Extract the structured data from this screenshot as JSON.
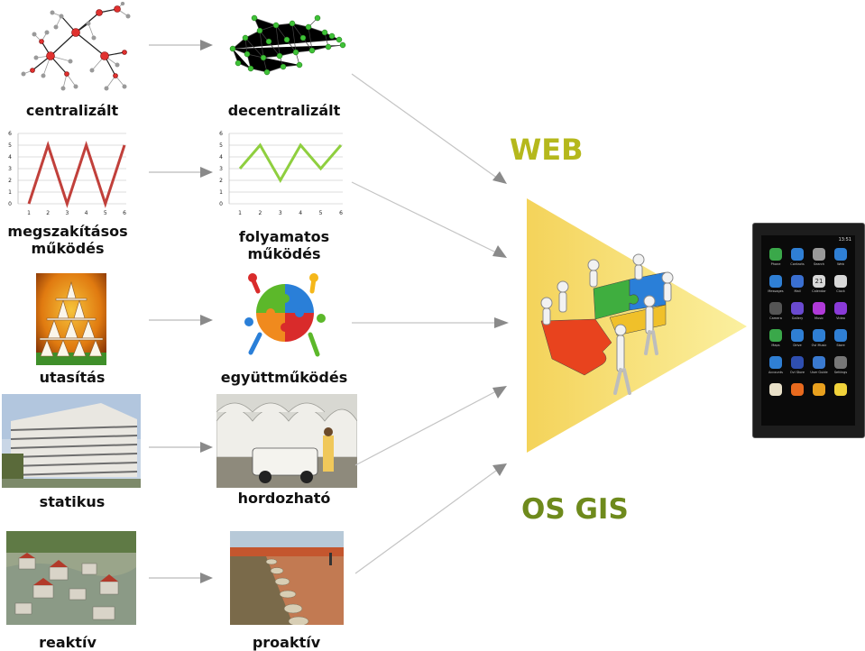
{
  "labels": {
    "centralized": "centralizált",
    "decentralized": "decentralizált",
    "intermittent_line1": "megszakításos",
    "intermittent_line2": "működés",
    "continuous_line1": "folyamatos",
    "continuous_line2": "működés",
    "instruction": "utasítás",
    "cooperation": "együttműködés",
    "static": "statikus",
    "portable": "hordozható",
    "reactive": "reaktív",
    "proactive": "proaktív"
  },
  "headings": {
    "web": "WEB",
    "osgis": "OS GIS"
  },
  "colors": {
    "accent_green": "#7a9a1f",
    "web_yellow": "#b5b81c",
    "triangle": "#f8e27a",
    "red_line": "#c1403b",
    "green_line": "#8fcf3f",
    "arrow": "#9a9a9a"
  },
  "chart_data": [
    {
      "type": "line",
      "x": [
        1,
        2,
        3,
        4,
        5,
        6
      ],
      "values": [
        0,
        5,
        0,
        5,
        0,
        5
      ],
      "ylim": [
        0,
        6
      ],
      "ticks_x": [
        "1",
        "2",
        "3",
        "4",
        "5",
        "6"
      ],
      "ticks_y": [
        "0",
        "1",
        "2",
        "3",
        "4",
        "5",
        "6"
      ],
      "grid": true,
      "color": "#c1403b"
    },
    {
      "type": "line",
      "x": [
        1,
        2,
        3,
        4,
        5,
        6
      ],
      "values": [
        3,
        5,
        2,
        5,
        3,
        5
      ],
      "ylim": [
        0,
        6
      ],
      "ticks_x": [
        "1",
        "2",
        "3",
        "4",
        "5",
        "6"
      ],
      "ticks_y": [
        "0",
        "1",
        "2",
        "3",
        "4",
        "5",
        "6"
      ],
      "grid": true,
      "color": "#8fcf3f"
    }
  ],
  "phone": {
    "time": "13:51",
    "apps": [
      "Phone",
      "Contacts",
      "Search",
      "Web",
      "Messages",
      "Mail",
      "Calendar",
      "Clock",
      "Camera",
      "Gallery",
      "Music",
      "Video",
      "Maps",
      "Drive",
      "Ovi Music",
      "Store",
      "Accounts",
      "Ovi Store",
      "User Guide",
      "Settings",
      "",
      "",
      "",
      ""
    ],
    "calendar_day": "21"
  },
  "icons": {
    "network_centralized": "network-centralized-icon",
    "network_decentralized": "network-decentralized-icon",
    "house_of_cards": "house-of-cards-image",
    "puzzle_people": "puzzle-people-image",
    "building": "office-building-image",
    "tents": "tents-image",
    "flood": "flood-image",
    "sandbags": "sandbag-levee-image",
    "puzzle_team": "puzzle-team-image",
    "smartphone": "smartphone-image"
  }
}
